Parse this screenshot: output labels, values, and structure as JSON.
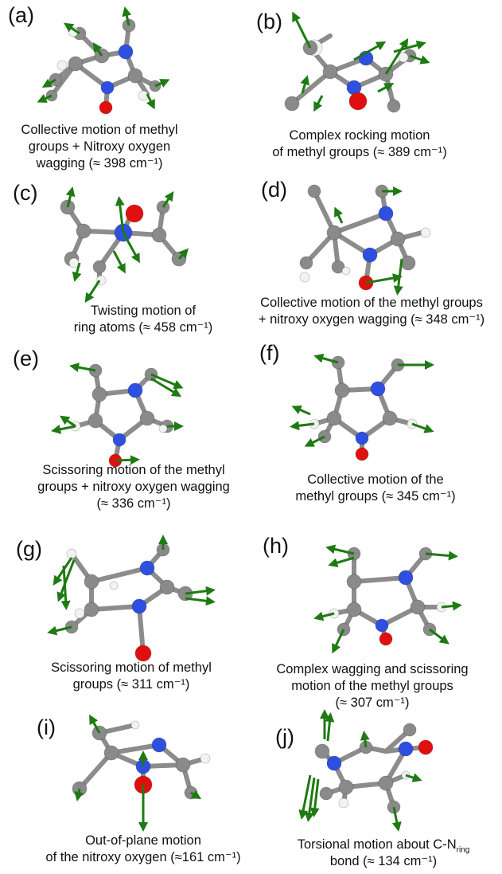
{
  "panels": [
    {
      "id": "a",
      "label": "(a)",
      "caption": [
        "Collective motion of methyl",
        "groups + Nitroxy oxygen",
        "wagging (≈ 398 cm⁻¹)"
      ]
    },
    {
      "id": "b",
      "label": "(b)",
      "caption": [
        "Complex rocking motion",
        "of methyl groups (≈ 389 cm⁻¹)"
      ]
    },
    {
      "id": "c",
      "label": "(c)",
      "caption": [
        "Twisting motion of",
        "ring atoms (≈ 458 cm⁻¹)"
      ]
    },
    {
      "id": "d",
      "label": "(d)",
      "caption": [
        "Collective motion of the methyl groups",
        "+ nitroxy oxygen wagging (≈ 348 cm⁻¹)"
      ]
    },
    {
      "id": "e",
      "label": "(e)",
      "caption": [
        "Scissoring motion of the methyl",
        "groups + nitroxy oxygen wagging",
        "(≈ 336 cm⁻¹)"
      ]
    },
    {
      "id": "f",
      "label": "(f)",
      "caption": [
        "Collective motion of the",
        "methyl groups (≈ 345 cm⁻¹)"
      ]
    },
    {
      "id": "g",
      "label": "(g)",
      "caption": [
        "Scissoring motion of methyl",
        "groups (≈ 311 cm⁻¹)"
      ]
    },
    {
      "id": "h",
      "label": "(h)",
      "caption": [
        "Complex wagging and scissoring",
        "motion of the methyl groups",
        "(≈ 307 cm⁻¹)"
      ]
    },
    {
      "id": "i",
      "label": "(i)",
      "caption": [
        "Out-of-plane motion",
        "of the nitroxy oxygen (≈161 cm⁻¹)"
      ]
    },
    {
      "id": "j",
      "label": "(j)",
      "caption": [
        "Torsional motion about C-N",
        "bond (≈ 134 cm⁻¹)"
      ],
      "caption_subscript": "ring"
    }
  ],
  "colors": {
    "carbon": "#8a8a8a",
    "nitrogen": "#2f4fe0",
    "oxygen": "#e01010",
    "hydrogen": "#f2f2f2",
    "bond": "#8c8c8c",
    "arrow": "#1e7a12"
  }
}
